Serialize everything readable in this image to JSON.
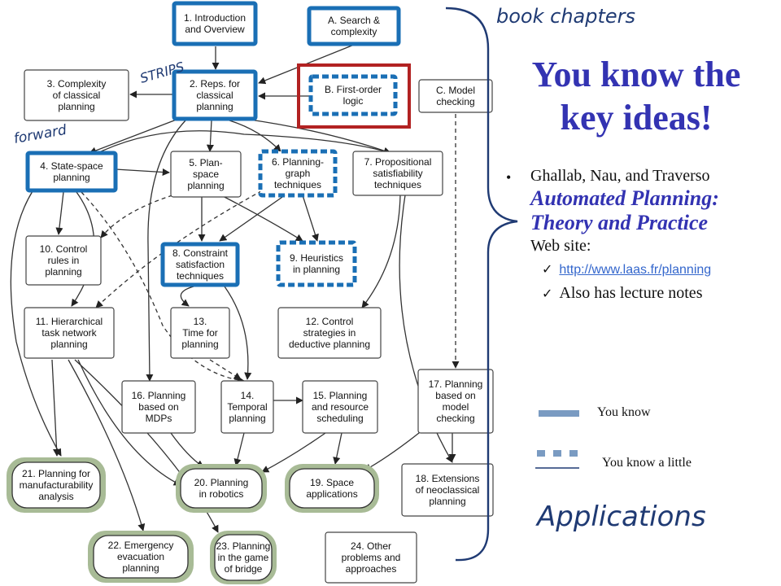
{
  "annotations": {
    "book_chapters": "book chapters",
    "strips": "STRIPS",
    "forward": "forward",
    "applications": "Applications"
  },
  "nodes": {
    "n1": [
      "1. Introduction",
      "and Overview"
    ],
    "nA": [
      "A. Search &",
      "complexity"
    ],
    "n3": [
      "3. Complexity",
      "of classical",
      "planning"
    ],
    "n2": [
      "2. Reps. for",
      "classical",
      "planning"
    ],
    "nB": [
      "B. First-order",
      "logic"
    ],
    "nC": [
      "C. Model",
      "checking"
    ],
    "n4": [
      "4. State-space",
      "planning"
    ],
    "n5": [
      "5. Plan-",
      "space",
      "planning"
    ],
    "n6": [
      "6. Planning-",
      "graph",
      "techniques"
    ],
    "n7": [
      "7. Propositional",
      "satisfiability",
      "techniques"
    ],
    "n10": [
      "10. Control",
      "rules in",
      "planning"
    ],
    "n8": [
      "8. Constraint",
      "satisfaction",
      "techniques"
    ],
    "n9": [
      "9. Heuristics",
      "in planning"
    ],
    "n11": [
      "11. Hierarchical",
      "task network",
      "planning"
    ],
    "n13": [
      "13.",
      "Time for",
      "planning"
    ],
    "n12": [
      "12.  Control",
      "strategies in",
      "deductive planning"
    ],
    "n16": [
      "16. Planning",
      "based on",
      "MDPs"
    ],
    "n14": [
      "14.",
      "Temporal",
      "planning"
    ],
    "n15": [
      "15. Planning",
      "and resource",
      "scheduling"
    ],
    "n17": [
      "17. Planning",
      "based on",
      "model",
      "checking"
    ],
    "n21": [
      "21. Planning for",
      "manufacturability",
      "analysis"
    ],
    "n20": [
      "20. Planning",
      "in robotics"
    ],
    "n19": [
      "19. Space",
      "applications"
    ],
    "n18": [
      "18. Extensions",
      "of neoclassical",
      "planning"
    ],
    "n22": [
      "22. Emergency",
      "evacuation",
      "planning"
    ],
    "n23": [
      "23. Planning",
      "in the game",
      "of bridge"
    ],
    "n24": [
      "24. Other",
      "problems  and",
      "approaches"
    ]
  },
  "slide": {
    "title": "You know the key ideas!",
    "bullet": {
      "authors": "Ghallab, Nau, and Traverso",
      "book_title": "Automated Planning: Theory and Practice",
      "website_label": "Web site:",
      "link": "http://www.laas.fr/planning",
      "note": "Also has lecture notes"
    }
  },
  "legend": {
    "know": "You know",
    "know_little": "You know a little"
  },
  "colors": {
    "know_border": "#1a6fb5",
    "first_order_frame": "#b22222",
    "applications_fill": "#a8bb96",
    "title": "#3333b2",
    "ink": "#1f3a73"
  }
}
